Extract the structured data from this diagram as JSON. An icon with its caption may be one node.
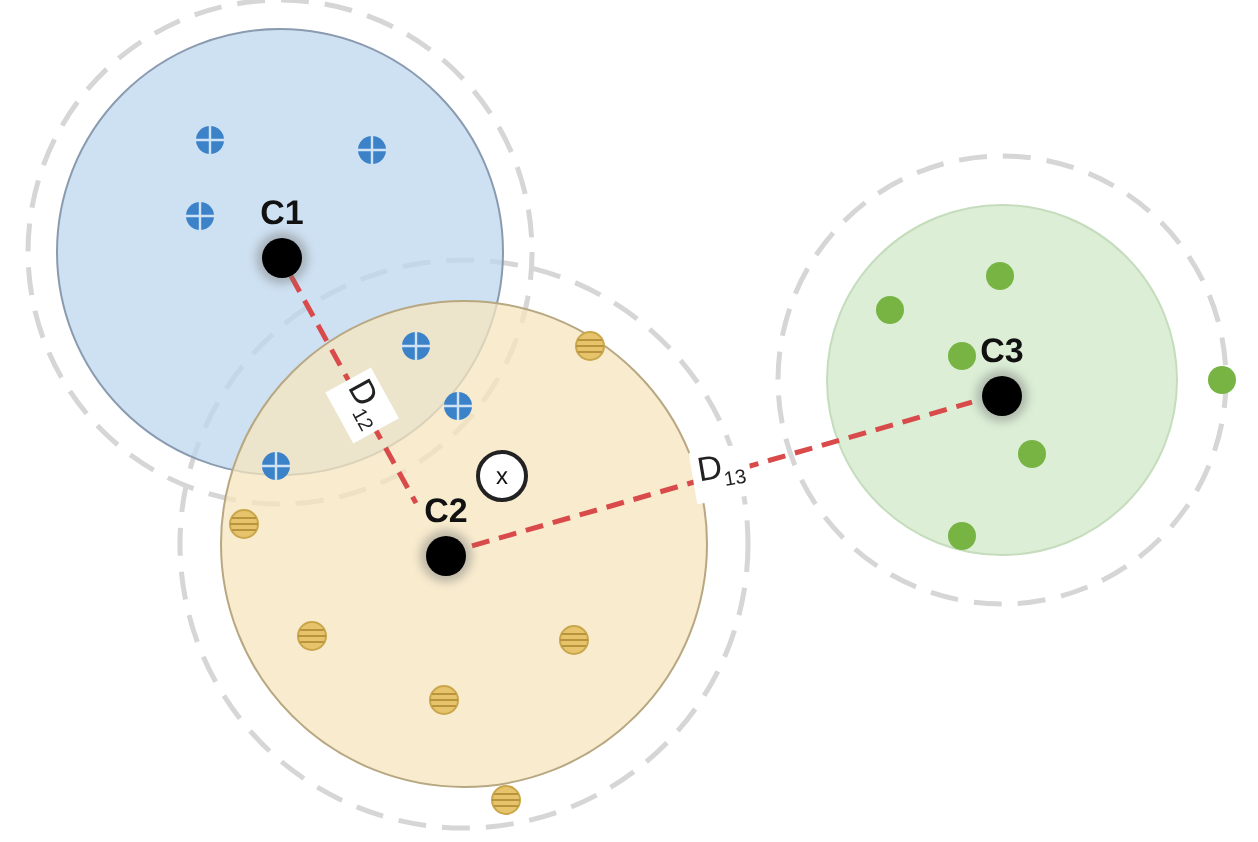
{
  "diagram": {
    "nodes": [
      {
        "text": [],
        "shape": "circle"
      },
      {
        "text": [
          "C1"
        ],
        "in": 0
      },
      {
        "text": [],
        "shape": "circle"
      },
      {
        "text": [
          "C2"
        ],
        "in": 2
      },
      {
        "text": [
          "x"
        ],
        "in": 2
      },
      {
        "text": [],
        "shape": "circle"
      },
      {
        "text": [
          "C3"
        ],
        "in": 5
      }
    ],
    "edges": [
      {
        "from": 1,
        "to": 3,
        "arrow": "none",
        "label": "D$_{12}$",
        "style": "dashed",
        "color": "#d94a4a"
      },
      {
        "from": 3,
        "to": 6,
        "arrow": "none",
        "label": "D$_{13}$",
        "style": "dashed",
        "color": "#d94a4a"
      }
    ]
  }
}
